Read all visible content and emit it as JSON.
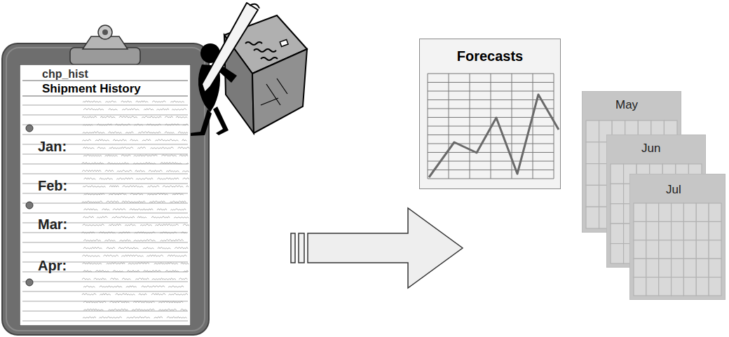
{
  "diagram": {
    "nodes": [
      {
        "text": [
          "chp_hist",
          "Shipment History",
          "Jan:",
          "Feb:",
          "Mar:",
          "Apr:"
        ]
      },
      {
        "text": [
          "Forecasts"
        ]
      },
      {
        "text": [
          "May"
        ]
      },
      {
        "text": [
          "Jun"
        ]
      },
      {
        "text": [
          "Jul"
        ]
      }
    ]
  }
}
